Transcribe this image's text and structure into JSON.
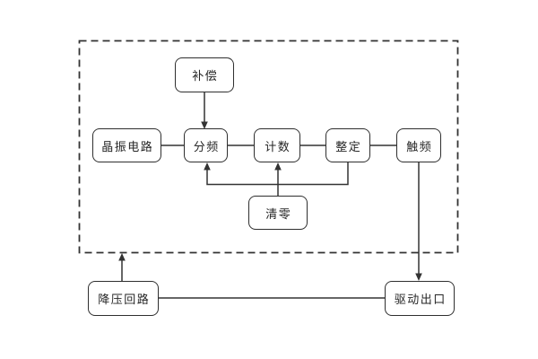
{
  "diagram": {
    "nodes": {
      "buchang": {
        "label": "补偿"
      },
      "jingzhen": {
        "label": "晶振电路"
      },
      "fenpin": {
        "label": "分频"
      },
      "jishu": {
        "label": "计数"
      },
      "zhengding": {
        "label": "整定"
      },
      "chupin": {
        "label": "触频"
      },
      "qingling": {
        "label": "清零"
      },
      "jiangya": {
        "label": "降压回路"
      },
      "qudong": {
        "label": "驱动出口"
      }
    },
    "edges": [
      {
        "from": "补偿",
        "to": "分频",
        "style": "arrow"
      },
      {
        "from": "晶振电路",
        "to": "分频",
        "style": "plain"
      },
      {
        "from": "分频",
        "to": "计数",
        "style": "plain"
      },
      {
        "from": "计数",
        "to": "整定",
        "style": "plain"
      },
      {
        "from": "整定",
        "to": "触频",
        "style": "plain"
      },
      {
        "from": "整定",
        "to": "分频",
        "style": "arrow"
      },
      {
        "from": "清零",
        "to": "计数",
        "style": "arrow"
      },
      {
        "from": "触频",
        "to": "驱动出口",
        "style": "arrow"
      },
      {
        "from": "降压回路",
        "to": "dashed-boundary",
        "style": "arrow"
      },
      {
        "from": "降压回路",
        "to": "驱动出口",
        "style": "plain"
      }
    ],
    "colors": {
      "line": "#333333",
      "box_border": "#2f2f2f",
      "box_fill": "#ffffff",
      "text": "#262626",
      "background": "#ffffff"
    }
  }
}
